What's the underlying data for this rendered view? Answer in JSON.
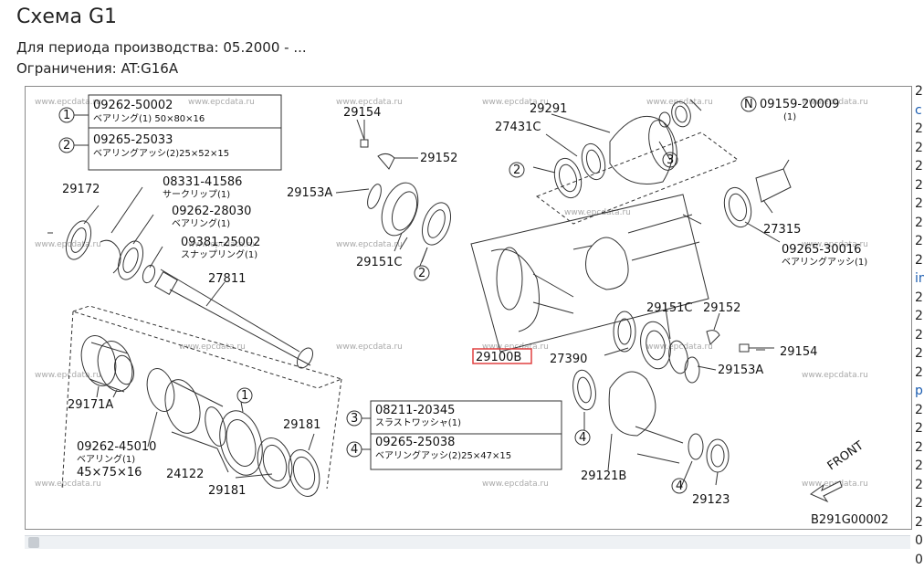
{
  "title": "Схема G1",
  "production_period": "Для периода производства: 05.2000 - ...",
  "restrictions": "Ограничения: AT:G16A",
  "watermark": "www.epcdata.ru",
  "diagram_code": "B291G00002",
  "front_label": "FRONT",
  "legend_top": [
    {
      "num": "1",
      "code": "09262-50002",
      "desc": "ベアリング(1) 50×80×16"
    },
    {
      "num": "2",
      "code": "09265-25033",
      "desc": "ベアリングアッシ(2)25×52×15"
    }
  ],
  "legend_mid": [
    {
      "num": "3",
      "code": "08211-20345",
      "desc": "スラストワッシャ(1)"
    },
    {
      "num": "4",
      "code": "09265-25038",
      "desc": "ベアリングアッシ(2)25×47×15"
    }
  ],
  "parts": {
    "p29172": "29172",
    "p08331": "08331-41586",
    "p08331_desc": "サークリップ(1)",
    "p09262_28030": "09262-28030",
    "p09262_28030_desc": "ベアリング(1)",
    "p09381": "09381-25002",
    "p09381_desc": "スナップリング(1)",
    "p27811": "27811",
    "p29171a": "29171A",
    "p09262_45010": "09262-45010",
    "p09262_45010_desc": "ベアリング(1)",
    "p09262_45010_size": "45×75×16",
    "p24122": "24122",
    "p29181a": "29181",
    "p29181b": "29181",
    "p29154a": "29154",
    "p29152a": "29152",
    "p29153a_a": "29153A",
    "p29151c_a": "29151C",
    "p29291": "29291",
    "p27431c": "27431C",
    "p09159": "09159-20009",
    "p09159_qty": "(1)",
    "p27315": "27315",
    "p09265_30016": "09265-30016",
    "p09265_30016_desc": "ベアリングアッシ(1)",
    "p29100b": "29100B",
    "p29151c_b": "29151C",
    "p29152b": "29152",
    "p27390": "27390",
    "p29154b": "29154",
    "p29153a_b": "29153A",
    "p29121b": "29121B",
    "p29123": "29123",
    "c_n": "N",
    "c3": "3",
    "c2a": "2",
    "c2b": "2",
    "c1": "1",
    "c4a": "4",
    "c4b": "4"
  },
  "right_column": [
    "2",
    "c",
    "2",
    "2",
    "2",
    "2",
    "2",
    "2",
    "2",
    "2",
    "in",
    "2",
    "2",
    "2",
    "2",
    "2",
    "p",
    "2",
    "2",
    "2",
    "2",
    "2",
    "2",
    "2",
    "0",
    "0"
  ]
}
